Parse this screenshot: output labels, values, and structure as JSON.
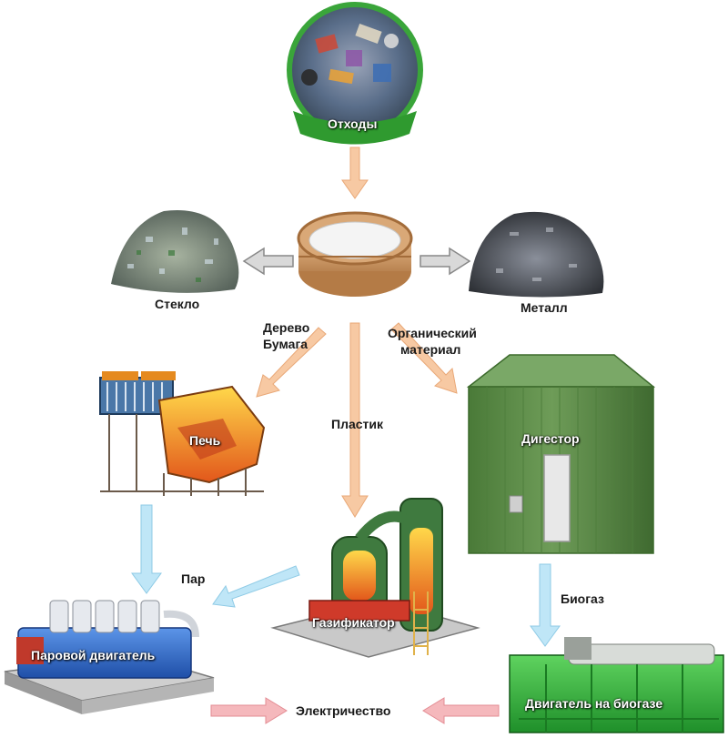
{
  "labels": {
    "waste": "Отходы",
    "glass": "Стекло",
    "metal": "Металл",
    "wood_paper_line1": "Дерево",
    "wood_paper_line2": "Бумага",
    "organic_line1": "Органический",
    "organic_line2": "материал",
    "plastic": "Пластик",
    "furnace": "Печь",
    "digester": "Дигестор",
    "steam": "Пар",
    "biogas": "Биогаз",
    "gasifier": "Газификатор",
    "steam_engine": "Паровой двигатель",
    "biogas_engine": "Двигатель на биогазе",
    "electricity": "Электричество"
  },
  "colors": {
    "waste_ring": "#3aa53a",
    "waste_banner": "#2f9a2f",
    "arrow_orange": "#f7c9a3",
    "arrow_gray": "#d9d9d9",
    "arrow_blue": "#bfe6f7",
    "arrow_pink": "#f5b8bc",
    "digester_green": "#5f8f4a",
    "engine_blue": "#2e6fd0",
    "engine_green": "#36b43c"
  }
}
